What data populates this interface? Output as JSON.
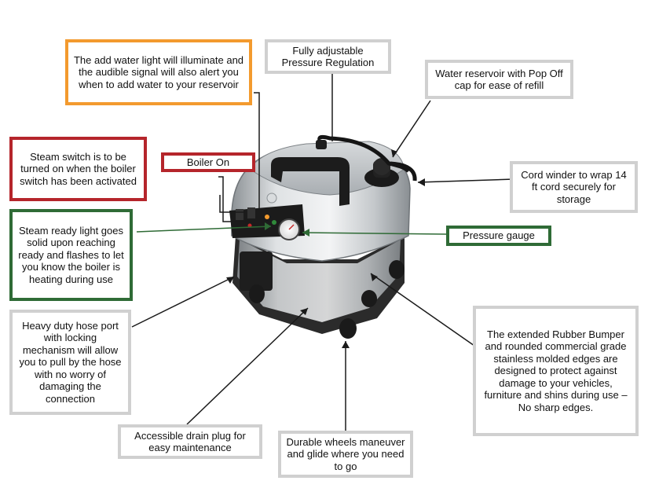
{
  "callouts": {
    "add_water_light": "The add water light will illuminate and the audible signal will also alert you when to add water to your reservoir",
    "pressure_regulation": "Fully adjustable Pressure Regulation",
    "water_reservoir": "Water reservoir with Pop Off cap for ease of refill",
    "steam_switch": "Steam switch is to be turned on when the boiler switch has been activated",
    "boiler_on": "Boiler On",
    "cord_winder": "Cord winder to wrap 14 ft cord securely for storage",
    "steam_ready_light": "Steam ready light goes solid upon reaching ready and flashes to let you know the boiler is heating during use",
    "pressure_gauge": "Pressure gauge",
    "hose_port": "Heavy duty hose port with locking mechanism will allow you to pull by the hose with no worry of damaging the connection",
    "rubber_bumper": "The extended Rubber Bumper and rounded commercial grade stainless molded edges are designed to protect against damage to your vehicles, furniture and shins during use – No sharp edges.",
    "drain_plug": "Accessible drain plug for easy maintenance",
    "wheels": "Durable wheels maneuver and glide where you need to go"
  },
  "colors": {
    "neutral_border": "#d0d0d0",
    "orange_border": "#f39a2e",
    "red_border": "#b5252b",
    "green_border": "#2f6b36",
    "steel": "#bfc3c7"
  }
}
